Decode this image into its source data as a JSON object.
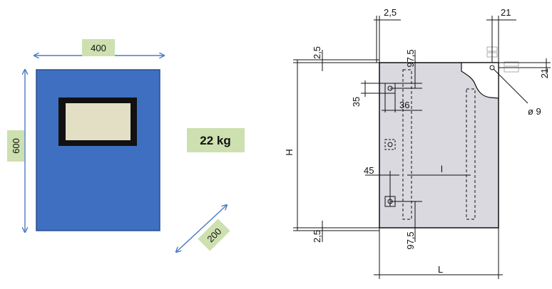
{
  "left_view": {
    "width_label": "400",
    "height_label": "600",
    "depth_label": "200",
    "weight_label": "22 kg",
    "colors": {
      "enclosure": "#3F6FC0",
      "enclosure_border": "#2A4E8F",
      "window_frame": "#111111",
      "window_glass": "#E3DFC5",
      "label_bg": "#CDE0B0",
      "arrow": "#4A7BC2"
    }
  },
  "right_view": {
    "dim_top_left": "2,5",
    "dim_top_right": "21",
    "dim_right_side": "21",
    "dim_left_upper": "2,5",
    "dim_top_inner": "97,5",
    "dim_35": "35",
    "dim_36": "36",
    "label_H": "H",
    "dim_45": "45",
    "label_l": "l",
    "dim_left_lower": "2,5",
    "dim_bottom_inner": "97,5",
    "label_L": "L",
    "hole_dia": "ø 9",
    "colors": {
      "plate": "#D9D9DF",
      "line": "#111111"
    }
  }
}
